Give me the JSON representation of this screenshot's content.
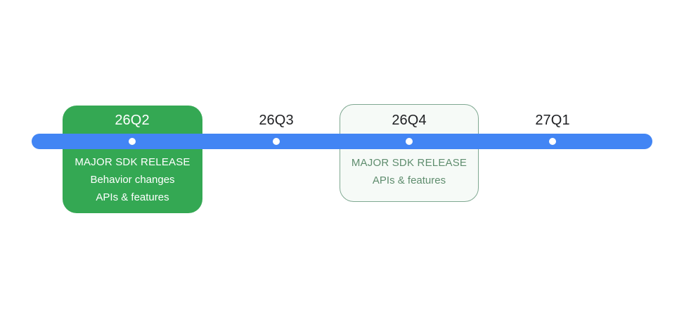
{
  "diagram": {
    "type": "release-timeline",
    "colors": {
      "rail": "#4285F4",
      "marker": "#FFFFFF",
      "card_filled_bg": "#34A853",
      "card_filled_text": "#FFFFFF",
      "card_outline_bg": "#F6FAF7",
      "card_outline_border": "#7FA891",
      "card_outline_text": "#5F8D6E",
      "label_text": "#202124",
      "page_background": "#FFFFFF"
    },
    "milestones": [
      {
        "id": "26Q2",
        "label": "26Q2",
        "style": "filled",
        "has_card": true,
        "lines": [
          "MAJOR SDK RELEASE",
          "Behavior changes",
          "APIs & features"
        ]
      },
      {
        "id": "26Q3",
        "label": "26Q3",
        "style": "bare",
        "has_card": false,
        "lines": []
      },
      {
        "id": "26Q4",
        "label": "26Q4",
        "style": "outline",
        "has_card": true,
        "lines": [
          "MAJOR SDK RELEASE",
          "APIs & features"
        ]
      },
      {
        "id": "27Q1",
        "label": "27Q1",
        "style": "bare",
        "has_card": false,
        "lines": []
      }
    ]
  }
}
